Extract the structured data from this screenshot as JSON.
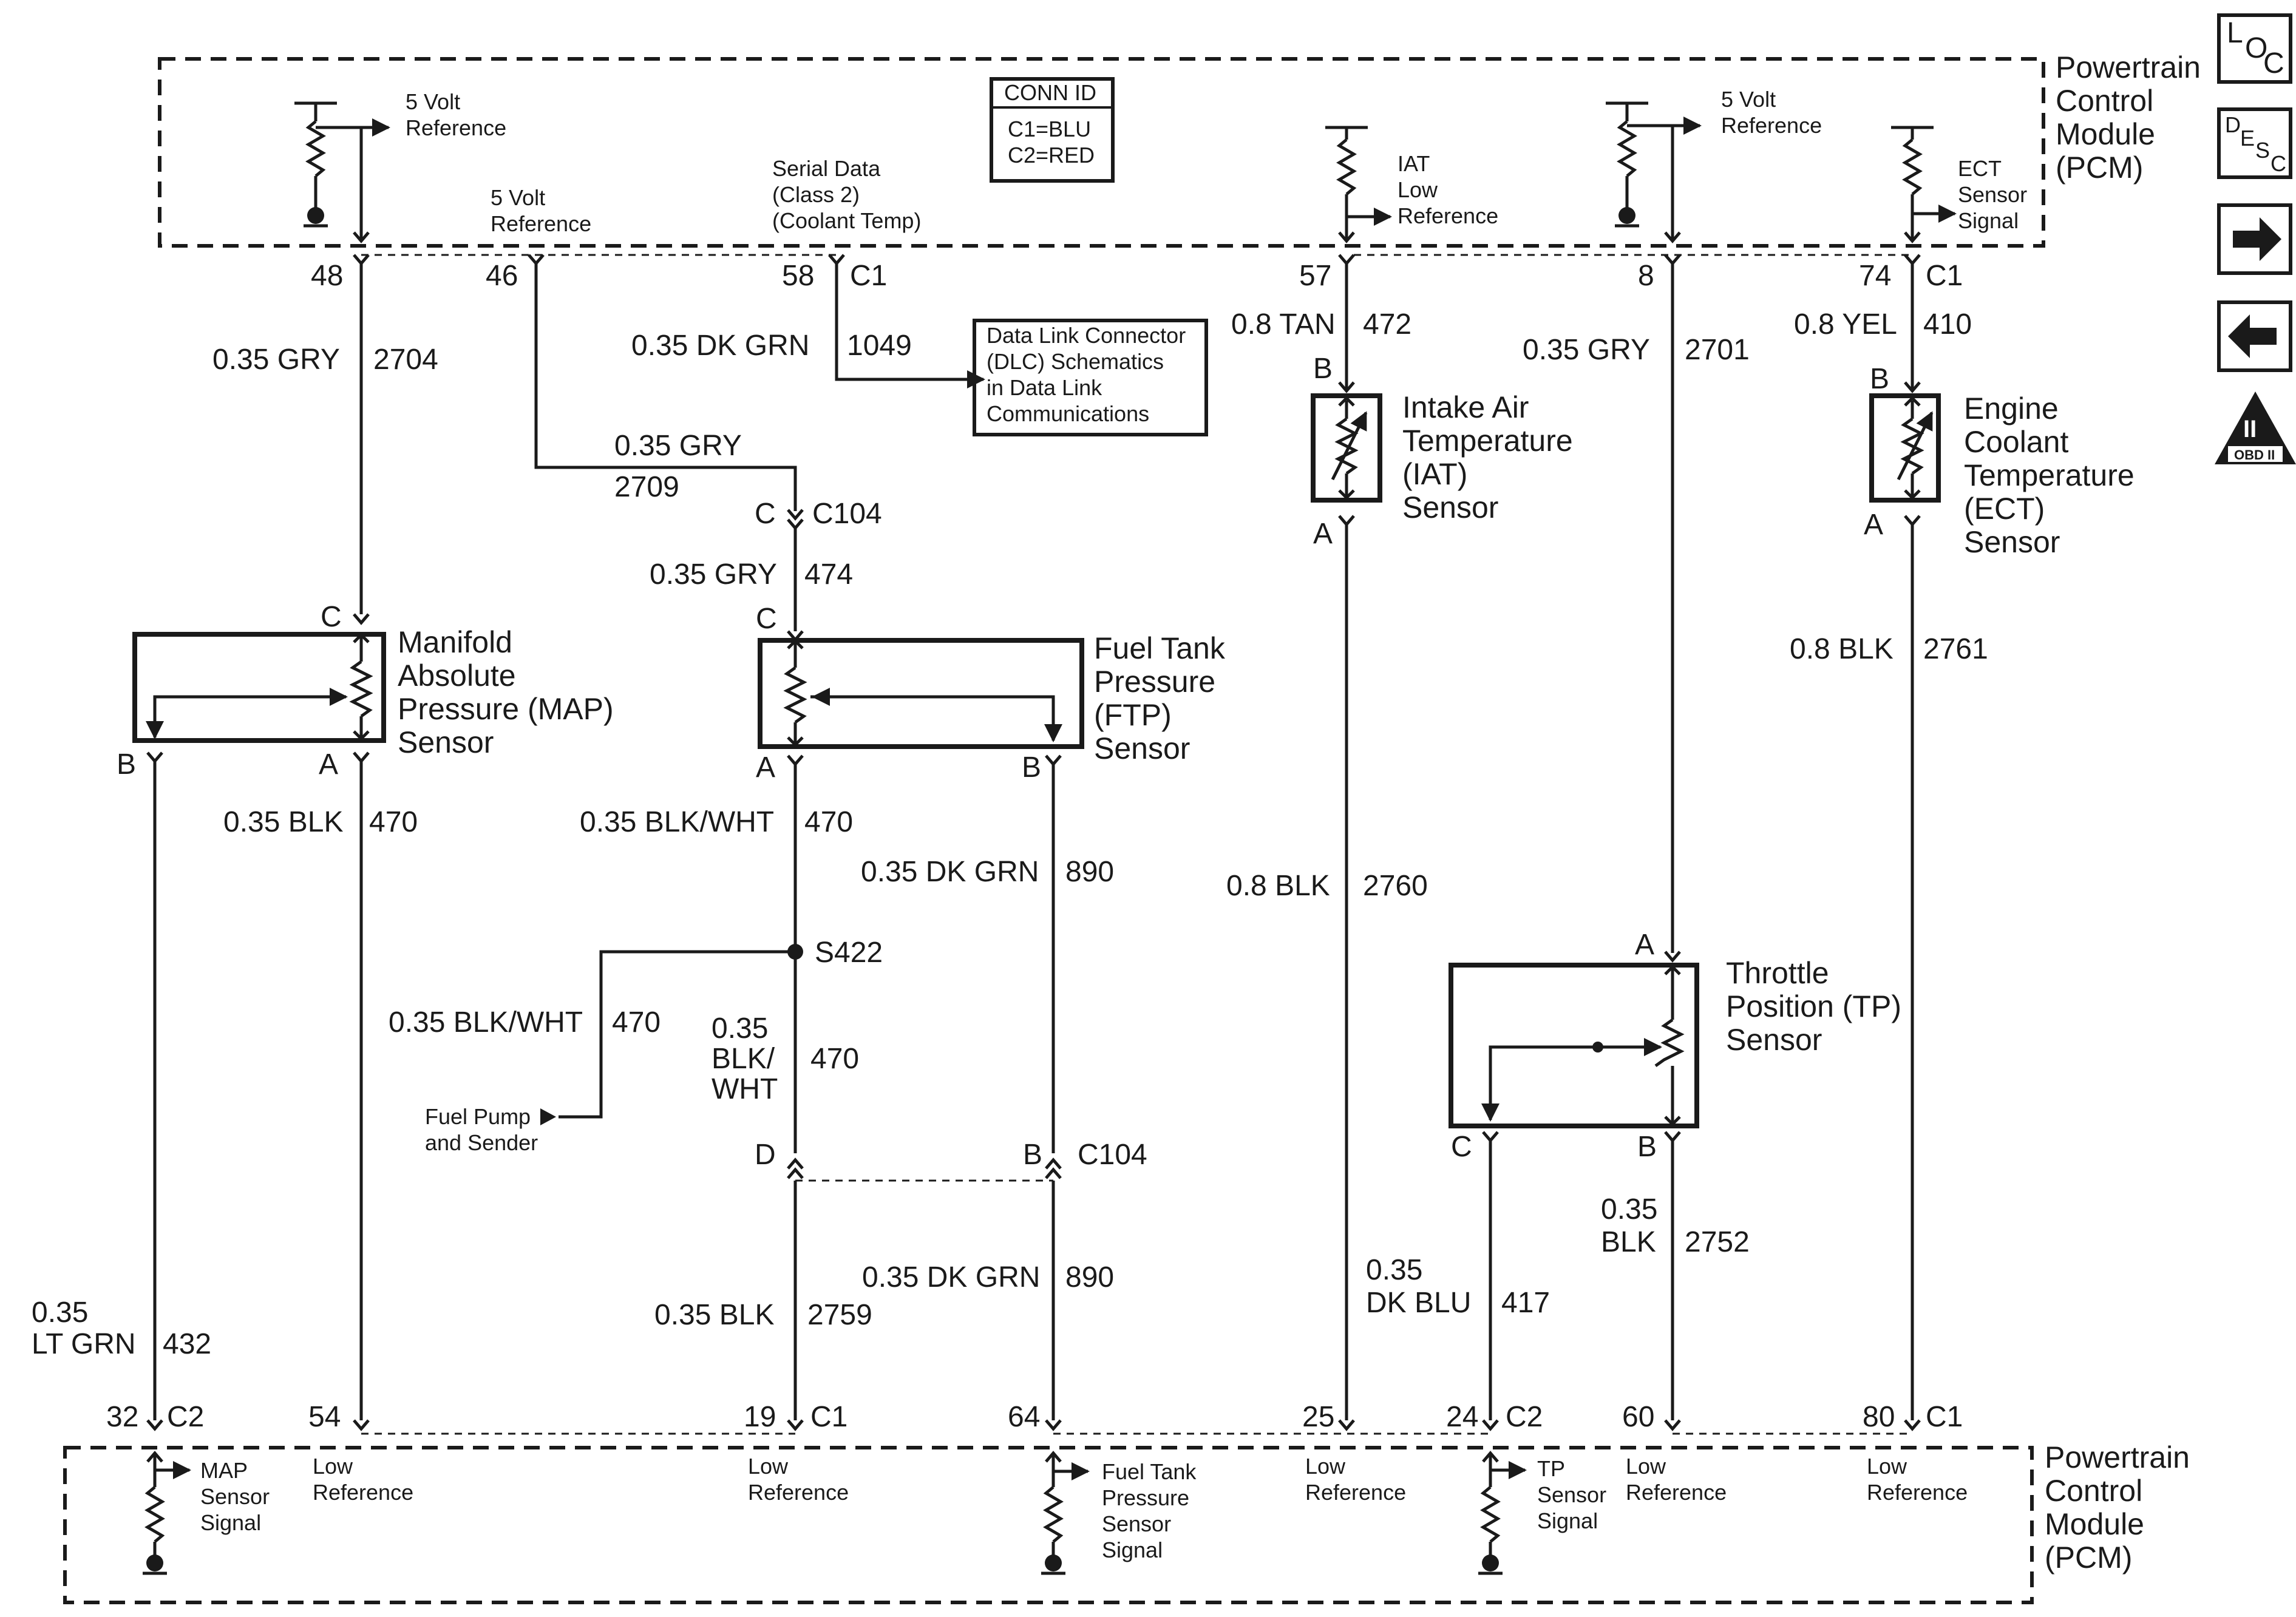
{
  "pcm_top": {
    "line1": "Powertrain",
    "line2": "Control",
    "line3": "Module",
    "line4": "(PCM)"
  },
  "pcm_bottom": {
    "line1": "Powertrain",
    "line2": "Control",
    "line3": "Module",
    "line4": "(PCM)"
  },
  "conn_id": {
    "title": "CONN ID",
    "c1": "C1=BLU",
    "c2": "C2=RED"
  },
  "top_labels": {
    "five_volt_ref_a": [
      "5 Volt",
      "Reference"
    ],
    "five_volt_ref_b": [
      "5 Volt",
      "Reference"
    ],
    "five_volt_ref_c": [
      "5 Volt",
      "Reference"
    ],
    "serial_data": [
      "Serial Data",
      "(Class 2)",
      "(Coolant Temp)"
    ],
    "iat_low_ref": [
      "IAT",
      "Low",
      "Reference"
    ],
    "ect_signal": [
      "ECT",
      "Sensor",
      "Signal"
    ]
  },
  "top_pins": {
    "p48": "48",
    "p46": "46",
    "p58": "58",
    "c1a": "C1",
    "p57": "57",
    "p8": "8",
    "p74": "74",
    "c1b": "C1"
  },
  "wires": {
    "w2704": {
      "gauge": "0.35 GRY",
      "circuit": "2704"
    },
    "w1049": {
      "gauge": "0.35 DK GRN",
      "circuit": "1049"
    },
    "w2709": {
      "gauge": "0.35 GRY",
      "circuit": "2709"
    },
    "w474": {
      "gauge": "0.35 GRY",
      "circuit": "474"
    },
    "w472": {
      "gauge": "0.8 TAN",
      "circuit": "472"
    },
    "w2701": {
      "gauge": "0.35 GRY",
      "circuit": "2701"
    },
    "w410": {
      "gauge": "0.8 YEL",
      "circuit": "410"
    },
    "w2761": {
      "gauge": "0.8 BLK",
      "circuit": "2761"
    },
    "w470a": {
      "gauge": "0.35 BLK",
      "circuit": "470"
    },
    "w470b": {
      "gauge": "0.35 BLK/WHT",
      "circuit": "470"
    },
    "w890a": {
      "gauge": "0.35 DK GRN",
      "circuit": "890"
    },
    "w2760": {
      "gauge": "0.8 BLK",
      "circuit": "2760"
    },
    "w470c": {
      "gauge": "0.35 BLK/WHT",
      "circuit": "470"
    },
    "w470d": {
      "gauge_l1": "0.35",
      "gauge_l2": "BLK/",
      "gauge_l3": "WHT",
      "circuit": "470"
    },
    "w890b": {
      "gauge": "0.35 DK GRN",
      "circuit": "890"
    },
    "w2759": {
      "gauge": "0.35 BLK",
      "circuit": "2759"
    },
    "w432": {
      "gauge_l1": "0.35",
      "gauge_l2": "LT GRN",
      "circuit": "432"
    },
    "w417": {
      "gauge_l1": "0.35",
      "gauge_l2": "DK BLU",
      "circuit": "417"
    },
    "w2752": {
      "gauge_l1": "0.35",
      "gauge_l2": "BLK",
      "circuit": "2752"
    }
  },
  "dlc": [
    "Data Link Connector",
    "(DLC) Schematics",
    "in Data Link",
    "Communications"
  ],
  "connectors": {
    "c104a": "C104",
    "c104b": "C104",
    "splice": "S422",
    "pin_c": "C",
    "pin_d": "D",
    "pin_b": "B"
  },
  "sensors": {
    "map": [
      "Manifold",
      "Absolute",
      "Pressure (MAP)",
      "Sensor"
    ],
    "ftp": [
      "Fuel Tank",
      "Pressure",
      "(FTP)",
      "Sensor"
    ],
    "iat": [
      "Intake Air",
      "Temperature",
      "(IAT)",
      "Sensor"
    ],
    "ect": [
      "Engine",
      "Coolant",
      "Temperature",
      "(ECT)",
      "Sensor"
    ],
    "tp": [
      "Throttle",
      "Position (TP)",
      "Sensor"
    ]
  },
  "sensor_pins": {
    "a": "A",
    "b": "B",
    "c": "C"
  },
  "fuel_pump": [
    "Fuel Pump",
    "and Sender"
  ],
  "bottom_pins": {
    "p32": "32",
    "c2a": "C2",
    "p54": "54",
    "p19": "19",
    "c1a": "C1",
    "p64": "64",
    "p25": "25",
    "p24": "24",
    "c2b": "C2",
    "p60": "60",
    "p80": "80",
    "c1b": "C1"
  },
  "bottom_labels": {
    "map_signal": [
      "MAP",
      "Sensor",
      "Signal"
    ],
    "low_ref": [
      "Low",
      "Reference"
    ],
    "ftp_signal": [
      "Fuel Tank",
      "Pressure",
      "Sensor",
      "Signal"
    ],
    "tp_signal": [
      "TP",
      "Sensor",
      "Signal"
    ]
  },
  "side_icons": {
    "loc": {
      "l": "L",
      "o": "O",
      "c": "C"
    },
    "desc": {
      "d": "D",
      "e": "E",
      "s": "S",
      "c": "C"
    },
    "obd": {
      "roman": "II",
      "label": "OBD II"
    }
  }
}
